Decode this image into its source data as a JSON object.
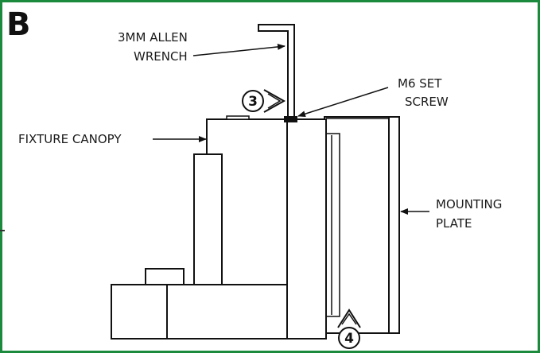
{
  "panel": {
    "letter": "B",
    "border_color": "#1b8a3c"
  },
  "labels": {
    "allen_wrench_line1": "3MM ALLEN",
    "allen_wrench_line2": "WRENCH",
    "set_screw_line1": "M6 SET",
    "set_screw_line2": "SCREW",
    "fixture_canopy": "FIXTURE CANOPY",
    "mounting_plate_line1": "MOUNTING",
    "mounting_plate_line2": "PLATE"
  },
  "steps": [
    {
      "number": "3"
    },
    {
      "number": "4"
    }
  ]
}
